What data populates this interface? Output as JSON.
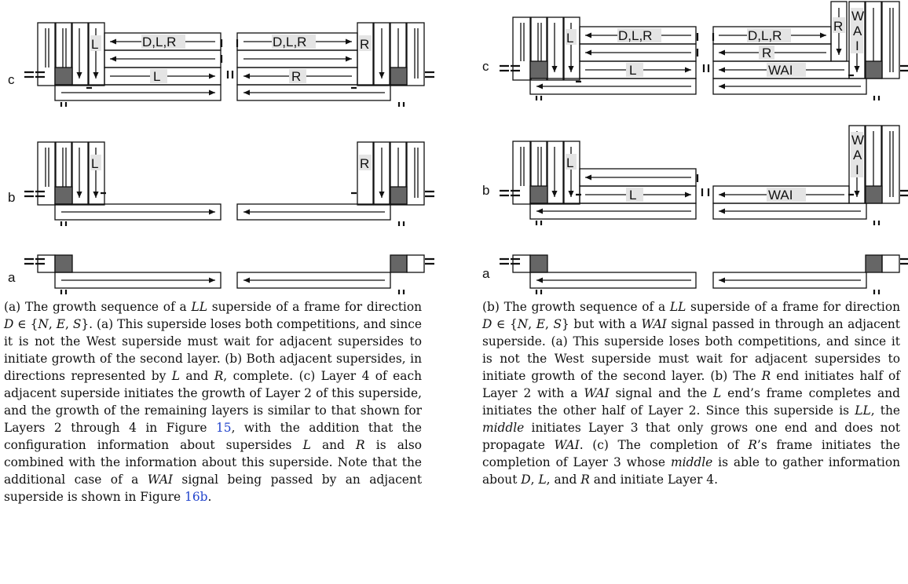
{
  "figure_left": {
    "row_labels": [
      "c",
      "b",
      "a"
    ],
    "signals": {
      "dlr": "D,L,R",
      "l": "L",
      "r": "R"
    }
  },
  "figure_right": {
    "row_labels": [
      "c",
      "b",
      "a"
    ],
    "signals": {
      "dlr": "D,L,R",
      "l": "L",
      "r": "R",
      "wai": "WAI",
      "w": "W",
      "a": "A",
      "i": "I"
    }
  },
  "caption_left": {
    "label": "(a)",
    "seg1": " The growth sequence of a ",
    "ll": "LL",
    "seg2": " superside of a frame for direction ",
    "d": "D",
    "in": " ∈ {",
    "n": "N",
    "c1": ", ",
    "e": "E",
    "c2": ", ",
    "s": "S",
    "seg3": "}. (a) This superside loses both competitions, and since it is not the West superside must wait for adjacent supersides to initiate growth of the second layer. (b) Both adjacent supersides, in directions represented by ",
    "l": "L",
    "and1": " and ",
    "r": "R",
    "seg4": ", complete. (c) Layer 4 of each adjacent superside initiates the growth of Layer 2 of this superside, and the growth of the remaining layers is similar to that shown for Layers 2 through 4 in Figure ",
    "fig15": "15",
    "seg5": ", with the addition that the configuration information about supersides ",
    "l2": "L",
    "and2": " and ",
    "r2": "R",
    "seg6": " is also combined with the information about this superside. Note that the additional case of a ",
    "wai": "WAI",
    "seg7": " signal being passed by an adjacent superside is shown in Figure ",
    "fig16b": "16b",
    "end": "."
  },
  "caption_right": {
    "label": "(b)",
    "seg1": " The growth sequence of a ",
    "ll": "LL",
    "seg2": " superside of a frame for direction ",
    "d": "D",
    "in": " ∈ {",
    "n": "N",
    "c1": ", ",
    "e": "E",
    "c2": ", ",
    "s": "S",
    "seg3": "} but with a ",
    "wai": "WAI",
    "seg4": " signal passed in through an adjacent superside. (a) This superside loses both competitions, and since it is not the West superside must wait for adjacent supersides to initiate growth of the second layer. (b) The ",
    "r": "R",
    "seg5": " end initiates half of Layer 2 with a ",
    "wai2": "WAI",
    "seg6": " signal and the ",
    "l": "L",
    "seg7": " end’s frame completes and initiates the other half of Layer 2. Since this superside is ",
    "ll2": "LL",
    "seg8": ", the ",
    "middle": "middle",
    "seg9": " initiates Layer 3 that only grows one end and does not propagate ",
    "wai3": "WAI",
    "seg10": ". (c) The completion of ",
    "r2": "R",
    "seg11": "’s frame initiates the completion of Layer 3 whose ",
    "middle2": "middle",
    "seg12": " is able to gather information about ",
    "d2": "D",
    "c3": ", ",
    "l2": "L",
    "c4": ", and ",
    "r3": "R",
    "seg13": " and initiate Layer 4."
  }
}
